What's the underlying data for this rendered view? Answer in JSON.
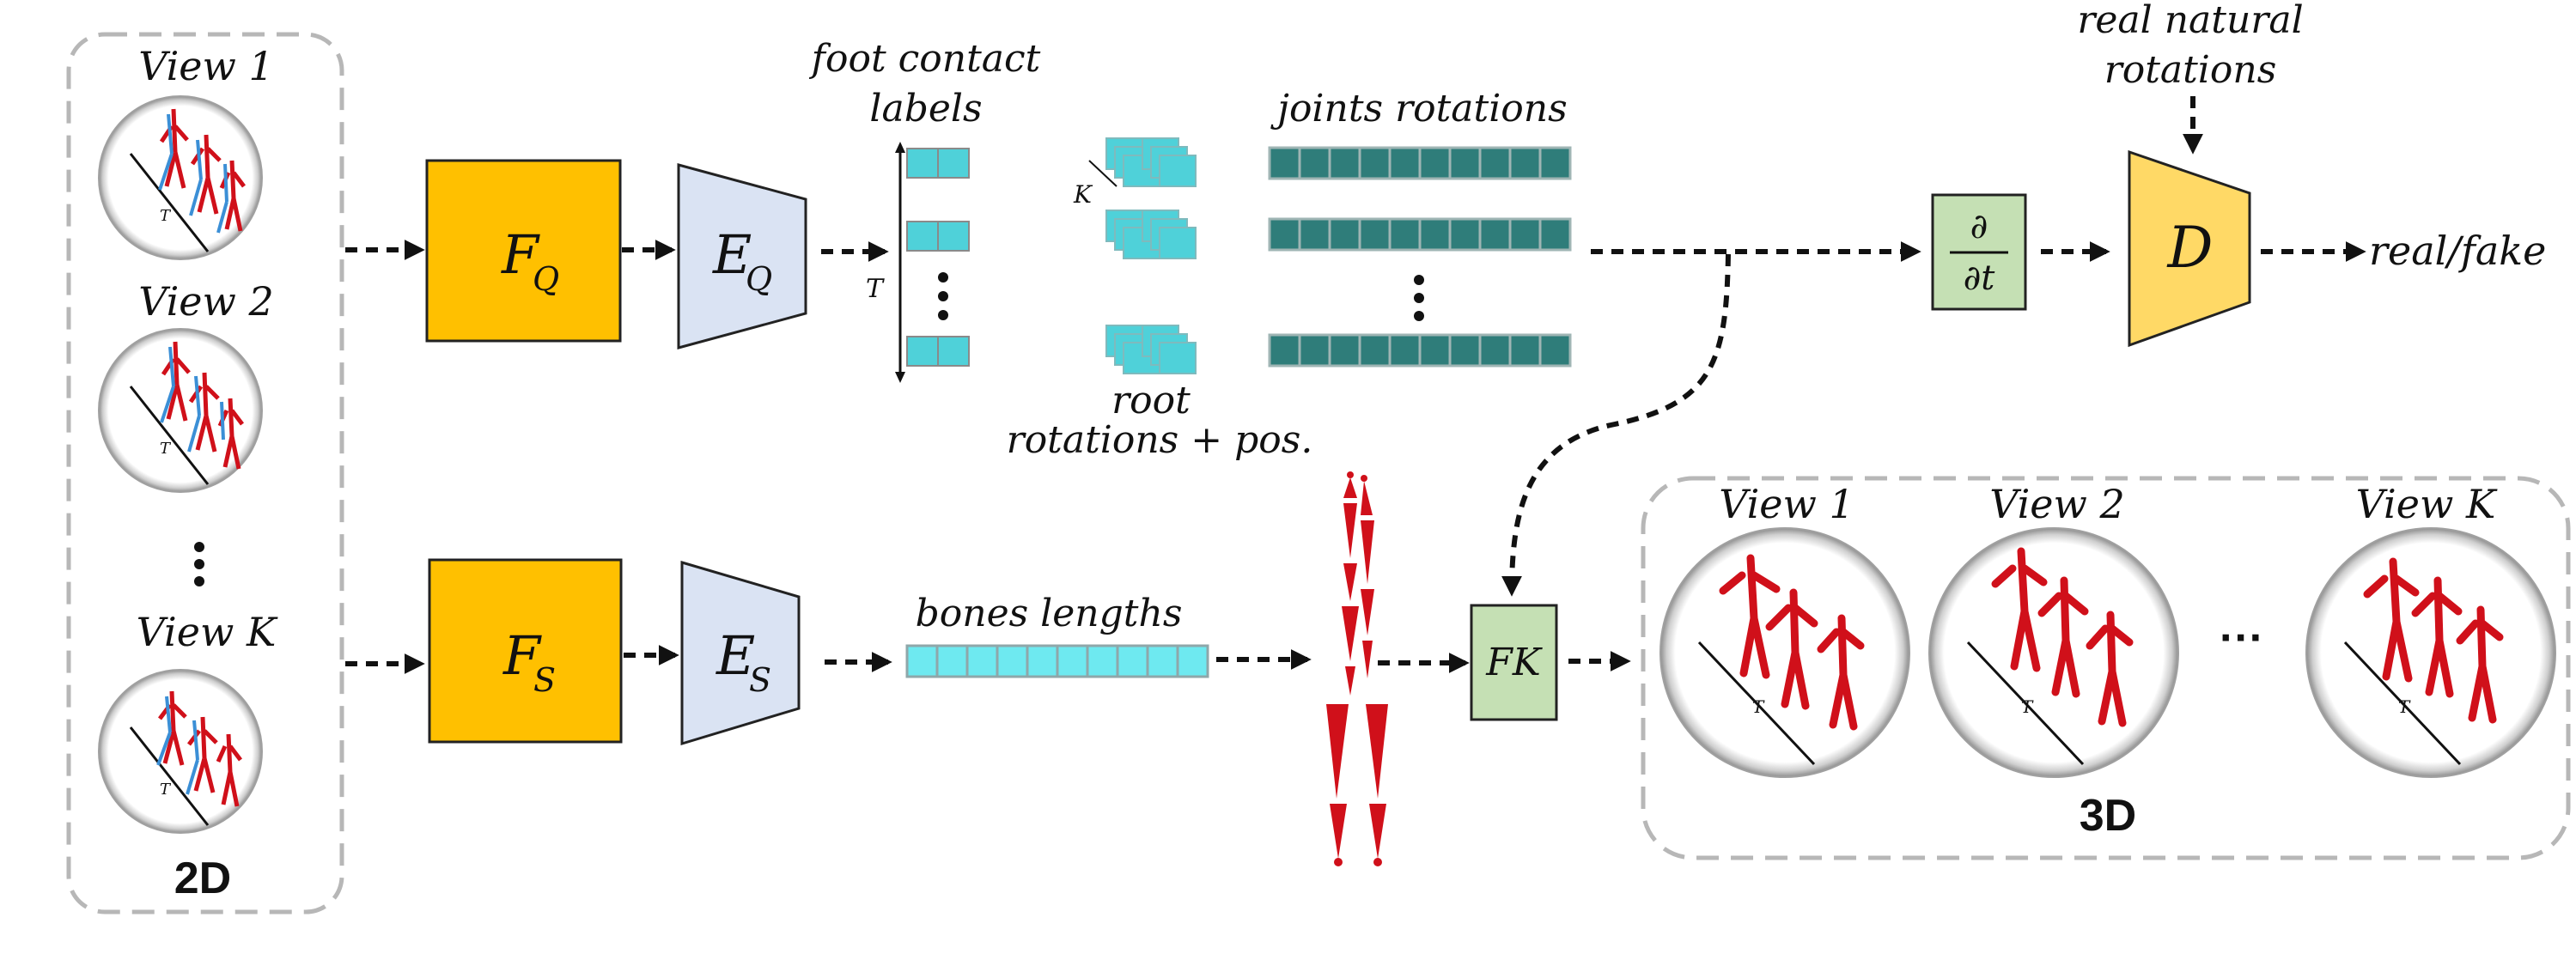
{
  "input_panel": {
    "views": [
      "View 1",
      "View 2",
      "View K"
    ],
    "time_label": "T",
    "label": "2D"
  },
  "output_panel": {
    "views": [
      "View 1",
      "View 2",
      "View K"
    ],
    "time_label": "T",
    "label": "3D"
  },
  "blocks": {
    "fq": {
      "main": "F",
      "sub": "Q"
    },
    "eq": {
      "main": "E",
      "sub": "Q"
    },
    "fs": {
      "main": "F",
      "sub": "S"
    },
    "es": {
      "main": "E",
      "sub": "S"
    },
    "d": "D",
    "fk": "FK",
    "deriv_top": "∂",
    "deriv_bottom": "∂t"
  },
  "labels": {
    "foot_contact_1": "foot contact",
    "foot_contact_2": "labels",
    "joints_rotations": "joints rotations",
    "root_1": "root",
    "root_2": "rotations + pos.",
    "k": "K",
    "t": "T",
    "bones_lengths": "bones lengths",
    "real_natural_1": "real natural",
    "real_natural_2": "rotations",
    "real_fake": "real/fake",
    "ellipsis": "···"
  },
  "colors": {
    "encoder_yellow": "#ffc000",
    "discriminator_yellow": "#ffd966",
    "trapezoid_blue": "#dae3f3",
    "green_block": "#c5e0b4",
    "teal_cell": "#2f7d7a",
    "cyan_cell": "#4fd1d9",
    "light_cyan_cell": "#6ee9f0",
    "skeleton_red": "#d0101a",
    "skeleton_blue": "#3b8fd6"
  }
}
